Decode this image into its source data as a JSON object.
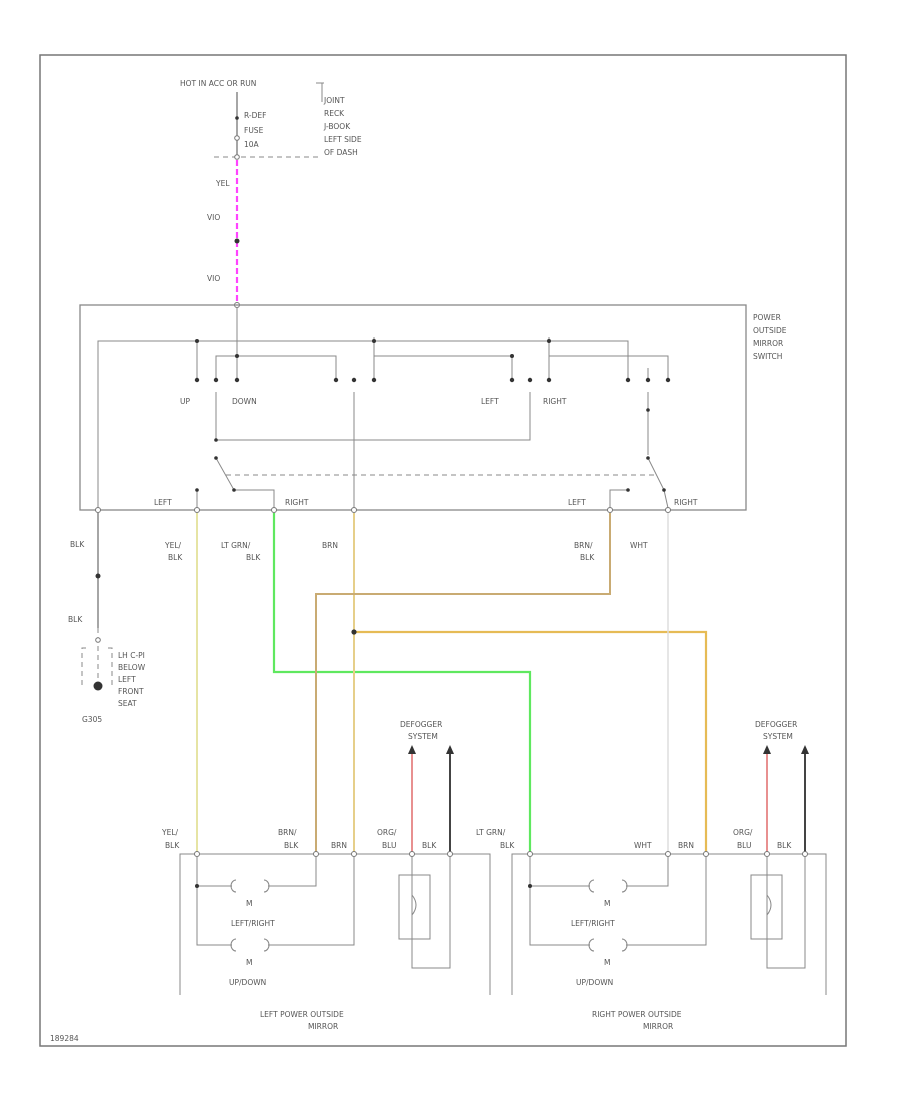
{
  "power_source": {
    "label": "HOT IN ACC OR RUN",
    "fuse_lines": [
      "R-DEF",
      "FUSE",
      "10A"
    ],
    "junction_lines": [
      "JOINT",
      "RECK",
      "J-BOOK",
      "LEFT SIDE",
      "OF DASH"
    ]
  },
  "supply_wire_labels": [
    "YEL",
    "VIO",
    "VIO"
  ],
  "switch": {
    "title_lines": [
      "POWER",
      "OUTSIDE",
      "MIRROR",
      "SWITCH"
    ],
    "up": "UP",
    "down": "DOWN",
    "left": "LEFT",
    "right": "RIGHT",
    "sel_left_1": "LEFT",
    "sel_right_1": "RIGHT",
    "sel_left_2": "LEFT",
    "sel_right_2": "RIGHT"
  },
  "wire_labels": {
    "blk": "BLK",
    "yel_blk": [
      "YEL/",
      "BLK"
    ],
    "lt_grn_blk": [
      "LT GRN/",
      "BLK"
    ],
    "brn": "BRN",
    "brn_blk": [
      "BRN/",
      "BLK"
    ],
    "wht": "WHT",
    "blk_lower": "BLK"
  },
  "ground": {
    "id": "G305",
    "desc_lines": [
      "LH C-PI",
      "BELOW",
      "LEFT",
      "FRONT",
      "SEAT"
    ]
  },
  "defogger_left": [
    "DEFOGGER",
    "SYSTEM"
  ],
  "defogger_right": [
    "DEFOGGER",
    "SYSTEM"
  ],
  "left_mirror": {
    "wires": {
      "yel": [
        "YEL/",
        "BLK"
      ],
      "brn": [
        "BRN/",
        "BLK"
      ],
      "brn2": "BRN",
      "org": [
        "ORG/",
        "BLU"
      ],
      "blk": "BLK"
    },
    "motor_lr": "LEFT/RIGHT",
    "motor_ud": "UP/DOWN",
    "motor_mark": "M",
    "title_lines": [
      "LEFT POWER OUTSIDE",
      "MIRROR"
    ]
  },
  "right_mirror": {
    "wires": {
      "ltgrn": [
        "LT GRN/",
        "BLK"
      ],
      "wht": "WHT",
      "brn": "BRN",
      "org": [
        "ORG/",
        "BLU"
      ],
      "blk": "BLK"
    },
    "motor_lr": "LEFT/RIGHT",
    "motor_ud": "UP/DOWN",
    "motor_mark": "M",
    "title_lines": [
      "RIGHT POWER OUTSIDE",
      "MIRROR"
    ]
  },
  "figure_id": "189284",
  "colors": {
    "violet": "#ff44ff",
    "yellow": "#e6e4a4",
    "brown": "#c9ab73",
    "green": "#5fe85f",
    "orange": "#e6bb55",
    "red": "#e89090",
    "black": "#444444",
    "white_wire": "#dddddd"
  }
}
